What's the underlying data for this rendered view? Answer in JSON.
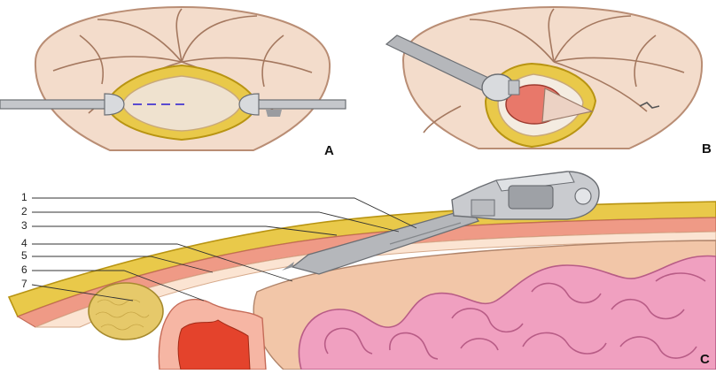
{
  "figure": {
    "panels": [
      {
        "id": "A",
        "letter": "A",
        "depicts": "umbilical ring opened with two retractors, dashed incision line"
      },
      {
        "id": "B",
        "letter": "B",
        "depicts": "trocar with balloon inserted through the opened umbilical ring"
      },
      {
        "id": "C",
        "letter": "C",
        "depicts": "sagittal section showing trocar through abdominal wall over bowel loops"
      }
    ],
    "callouts": [
      {
        "number": "1"
      },
      {
        "number": "2"
      },
      {
        "number": "3"
      },
      {
        "number": "4"
      },
      {
        "number": "5"
      },
      {
        "number": "6"
      },
      {
        "number": "7"
      }
    ],
    "colors": {
      "skin": "#f3dccb",
      "skin_outline": "#b98d74",
      "fat": "#e9c94a",
      "fat_dark": "#b89412",
      "muscle": "#ef9a86",
      "peritoneum": "#f2c6a8",
      "bowel": "#f0a0c0",
      "bowel_outline": "#b85c86",
      "instrument": "#b5b7bb",
      "instrument_dark": "#6b6e73",
      "balloon": "#e8786a",
      "organ_red": "#e4432c"
    }
  }
}
